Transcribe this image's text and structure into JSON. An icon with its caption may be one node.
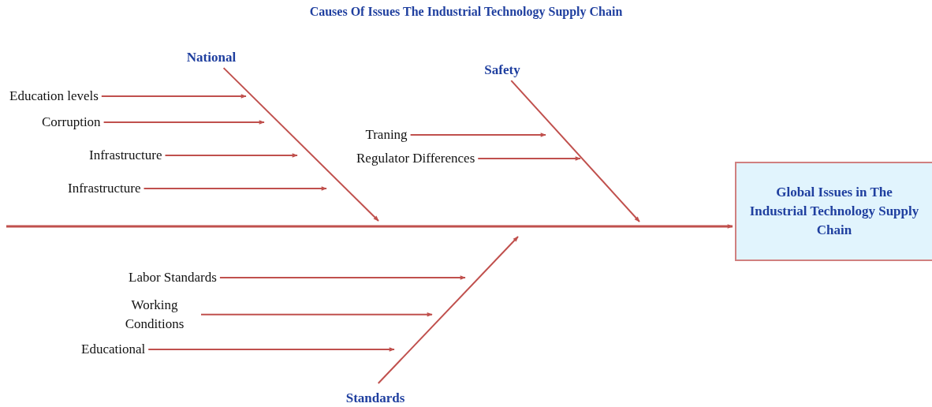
{
  "diagram": {
    "title": "Causes Of Issues The Industrial Technology Supply Chain",
    "nodes": [
      {
        "text": [
          "National"
        ]
      },
      {
        "text": [
          "Education levels"
        ]
      },
      {
        "text": [
          "Corruption"
        ]
      },
      {
        "text": [
          "Infrastructure"
        ]
      },
      {
        "text": [
          "Infrastructure"
        ]
      },
      {
        "text": [
          "Safety"
        ]
      },
      {
        "text": [
          "Traning"
        ]
      },
      {
        "text": [
          "Regulator Differences"
        ]
      },
      {
        "text": [
          "Global Issues in The Industrial Technology Supply Chain"
        ]
      },
      {
        "text": [
          "Labor Standards"
        ]
      },
      {
        "text": [
          "Working Conditions"
        ]
      },
      {
        "text": [
          "Educational"
        ]
      },
      {
        "text": [
          "Standards"
        ]
      }
    ],
    "edges": [
      {
        "from": 0,
        "to": null,
        "arrow": "to"
      },
      {
        "from": 1,
        "to": null,
        "arrow": "to"
      },
      {
        "from": 2,
        "to": null,
        "arrow": "to"
      },
      {
        "from": 3,
        "to": null,
        "arrow": "to"
      },
      {
        "from": 4,
        "to": null,
        "arrow": "to"
      },
      {
        "from": 5,
        "to": null,
        "arrow": "to"
      },
      {
        "from": 6,
        "to": null,
        "arrow": "to"
      },
      {
        "from": 7,
        "to": null,
        "arrow": "to"
      },
      {
        "from": null,
        "to": 8,
        "arrow": "to"
      },
      {
        "from": 9,
        "to": null,
        "arrow": "to"
      },
      {
        "from": 10,
        "to": null,
        "arrow": "to"
      },
      {
        "from": 11,
        "to": null,
        "arrow": "to"
      },
      {
        "from": 12,
        "to": null,
        "arrow": "to"
      }
    ]
  }
}
